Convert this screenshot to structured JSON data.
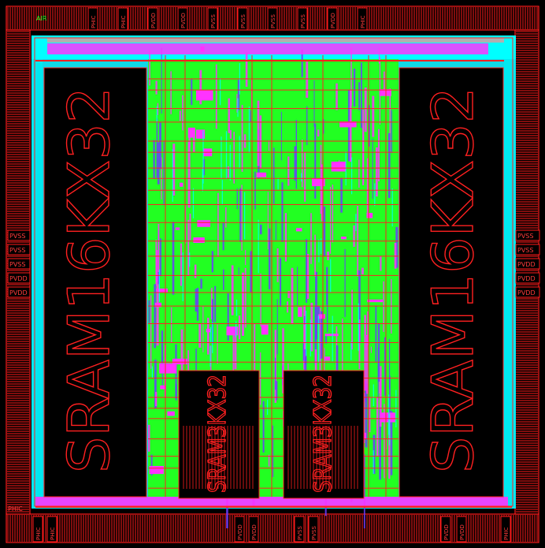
{
  "colors": {
    "background": "#000000",
    "pad_ring": "#ff1a1a",
    "metal_green": "#22ff22",
    "metal_cyan": "#00ffff",
    "metal_magenta": "#ff33ff",
    "metal_purple": "#6a3cff",
    "metal_red": "#ff2020",
    "macro_fill": "#000000"
  },
  "macros": [
    {
      "id": "sram-left",
      "label": "SRAM16KX32"
    },
    {
      "id": "sram-right",
      "label": "SRAM16KX32"
    },
    {
      "id": "sram-small-left",
      "label": "SRAM3KX32"
    },
    {
      "id": "sram-small-right",
      "label": "SRAM3KX32"
    }
  ],
  "pads": {
    "top": [
      "PHIC",
      "PHIC",
      "PVDD",
      "PVDD",
      "PVSS",
      "PVSS",
      "PVSS",
      "PVSS",
      "PVDD",
      "PHIC"
    ],
    "bottom": [
      "PHIC",
      "PHIC",
      "PVDD",
      "PVDD",
      "PVSS",
      "PVSS",
      "PVDD",
      "PVDD",
      "PHIC"
    ],
    "left": [
      "PVSS",
      "PVSS",
      "PVSS",
      "PVDD",
      "PVDD"
    ],
    "right": [
      "PVSS",
      "PVSS",
      "PVDD",
      "PVDD",
      "PVDD"
    ],
    "corner_bl": "PHIC",
    "top_small_label": "AIR"
  }
}
